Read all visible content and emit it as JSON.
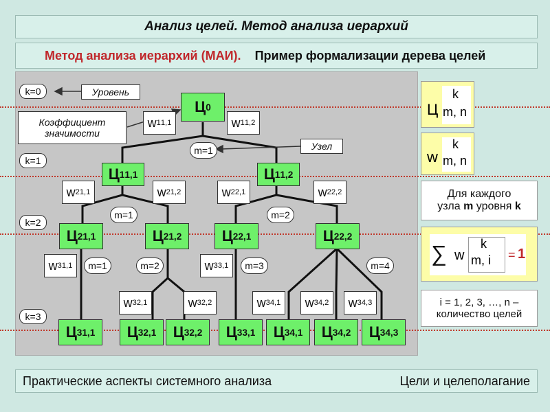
{
  "title": "Анализ целей. Метод анализа иерархий",
  "subtitle": {
    "red": "Метод анализа иерархий (МАИ).",
    "black": "Пример формализации дерева целей"
  },
  "footer": {
    "left": "Практические аспекты системного анализа",
    "right": "Цели и целеполагание"
  },
  "levels": [
    "k=0",
    "k=1",
    "k=2",
    "k=3"
  ],
  "callouts": {
    "level": "Уровень",
    "coef_line1": "Коэффициент",
    "coef_line2": "значимости",
    "node": "Узел"
  },
  "nodes": {
    "root": {
      "base": "Ц",
      "sub": "0"
    },
    "l1": [
      {
        "base": "Ц",
        "sup": "1",
        "sub": "1,1"
      },
      {
        "base": "Ц",
        "sup": "1",
        "sub": "1,2"
      }
    ],
    "l2": [
      {
        "base": "Ц",
        "sup": "2",
        "sub": "1,1"
      },
      {
        "base": "Ц",
        "sup": "2",
        "sub": "1,2"
      },
      {
        "base": "Ц",
        "sup": "2",
        "sub": "2,1"
      },
      {
        "base": "Ц",
        "sup": "2",
        "sub": "2,2"
      }
    ],
    "l3": [
      {
        "base": "Ц",
        "sup": "3",
        "sub": "1,1"
      },
      {
        "base": "Ц",
        "sup": "3",
        "sub": "2,1"
      },
      {
        "base": "Ц",
        "sup": "3",
        "sub": "2,2"
      },
      {
        "base": "Ц",
        "sup": "3",
        "sub": "3,1"
      },
      {
        "base": "Ц",
        "sup": "3",
        "sub": "4,1"
      },
      {
        "base": "Ц",
        "sup": "3",
        "sub": "4,2"
      },
      {
        "base": "Ц",
        "sup": "3",
        "sub": "4,3"
      }
    ]
  },
  "weights": {
    "w1": [
      {
        "base": "w",
        "sup": "1",
        "sub": "1,1"
      },
      {
        "base": "w",
        "sup": "1",
        "sub": "1,2"
      }
    ],
    "w2": [
      {
        "base": "w",
        "sup": "2",
        "sub": "1,1"
      },
      {
        "base": "w",
        "sup": "2",
        "sub": "1,2"
      },
      {
        "base": "w",
        "sup": "2",
        "sub": "2,1"
      },
      {
        "base": "w",
        "sup": "2",
        "sub": "2,2"
      }
    ],
    "w3": [
      {
        "base": "w",
        "sup": "3",
        "sub": "1,1"
      },
      {
        "base": "w",
        "sup": "3",
        "sub": "2,1"
      },
      {
        "base": "w",
        "sup": "3",
        "sub": "2,2"
      },
      {
        "base": "w",
        "sup": "3",
        "sub": "3,1"
      },
      {
        "base": "w",
        "sup": "3",
        "sub": "4,1"
      },
      {
        "base": "w",
        "sup": "3",
        "sub": "4,2"
      },
      {
        "base": "w",
        "sup": "3",
        "sub": "4,3"
      }
    ]
  },
  "m_labels": {
    "root": "m=1",
    "l1a": "m=1",
    "l1b": "m=2",
    "l2a": "m=1",
    "l2b": "m=2",
    "l2c": "m=3",
    "l2d": "m=4"
  },
  "side": {
    "notation_c": {
      "base": "Ц",
      "top": "k",
      "bottom": "m, n"
    },
    "notation_w": {
      "base": "w",
      "top": "k",
      "bottom": "m, n"
    },
    "rule_text": {
      "line1": "Для каждого",
      "line2a": "узла",
      "line2b": "m",
      "line2c": "уровня",
      "line2d": "k"
    },
    "sum": {
      "sigma": "∑",
      "base": "w",
      "top": "k",
      "bottom": "m, i",
      "eq": "=",
      "one": "1"
    },
    "count_text": {
      "line1": "i = 1, 2, 3, …, n –",
      "line2": "количество целей"
    }
  },
  "colors": {
    "node_fill": "#6ef06a",
    "accent_red": "#c0282c",
    "frame_bg": "#d8f0ea",
    "panel_bg": "#c6c6c6",
    "side_yellow": "#fdfda8"
  }
}
